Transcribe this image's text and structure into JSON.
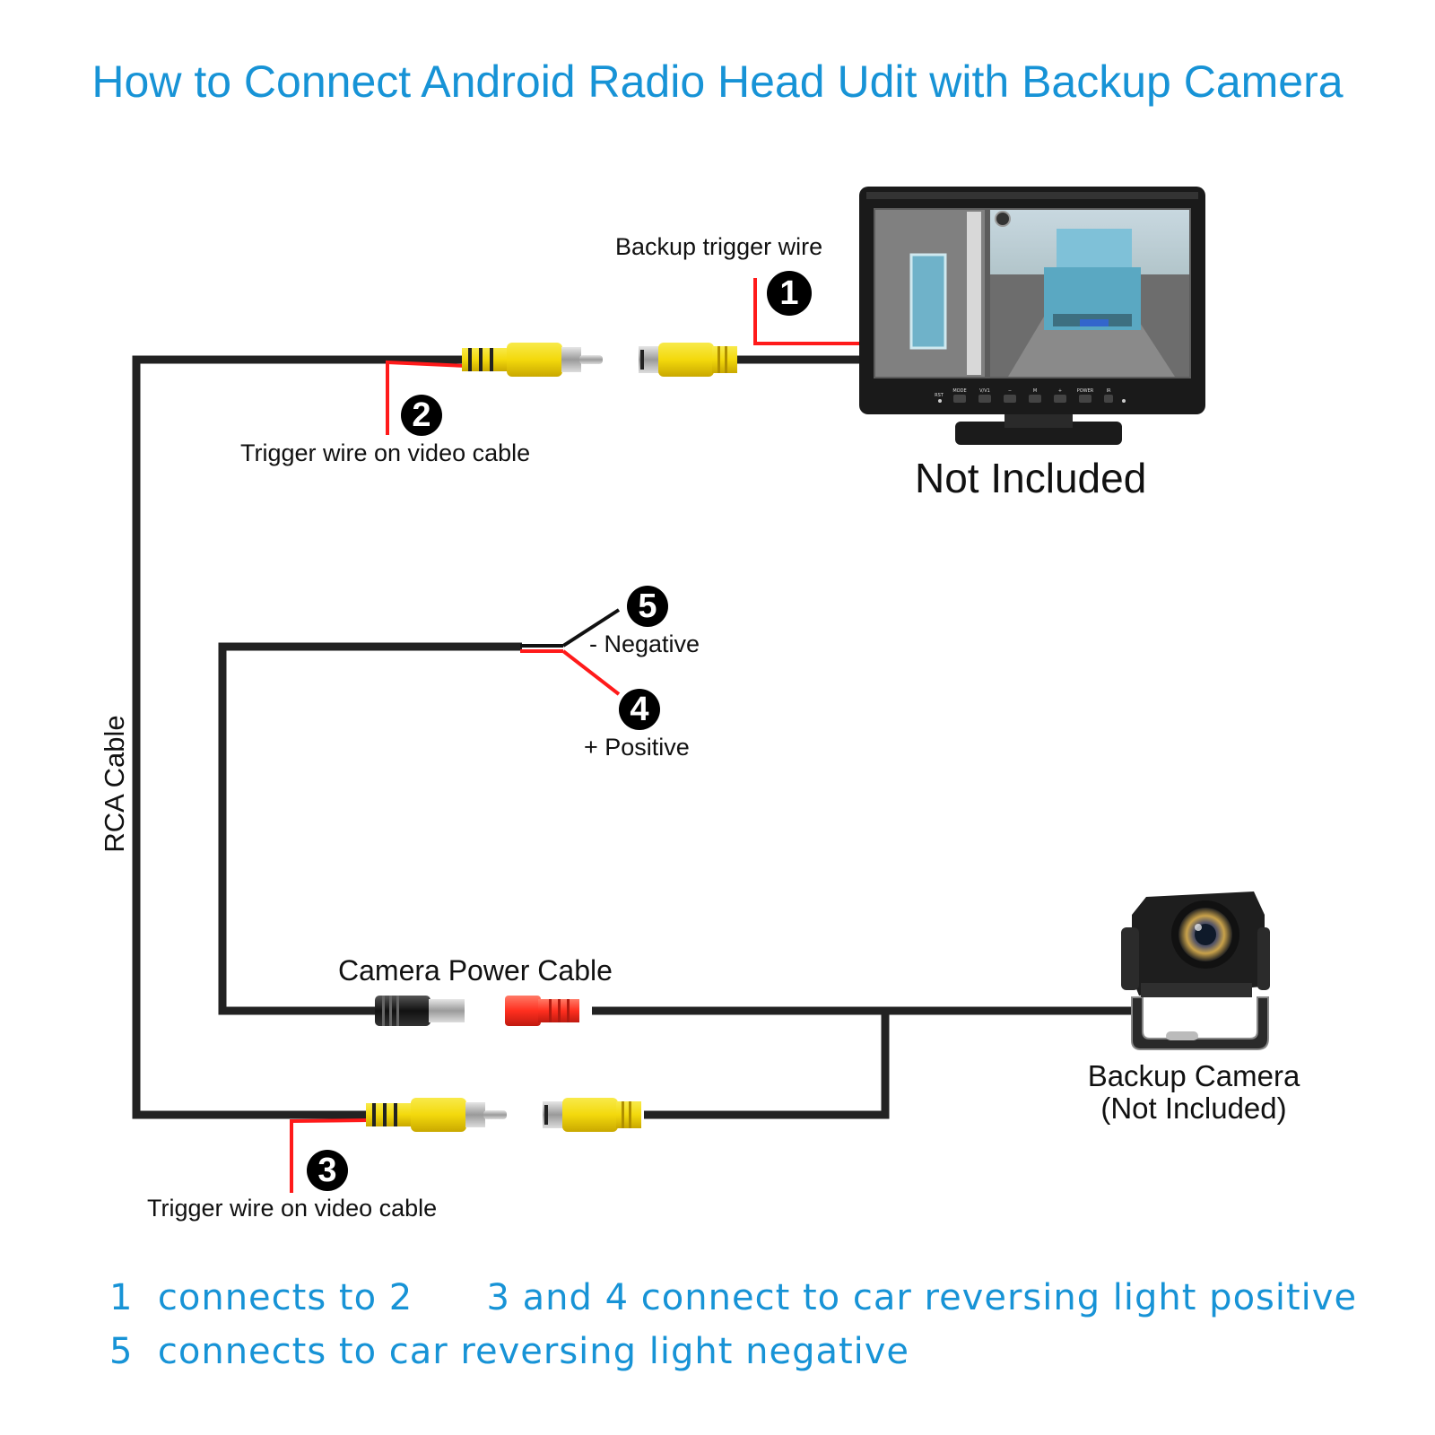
{
  "title": "How to Connect Android Radio Head Udit with Backup Camera",
  "labels": {
    "backup_trigger_wire": "Backup trigger wire",
    "trigger_wire_top": "Trigger wire on video cable",
    "not_included": "Not Included",
    "negative": "- Negative",
    "positive": "+ Positive",
    "rca_cable": "RCA Cable",
    "camera_power_cable": "Camera Power Cable",
    "backup_camera_line1": "Backup Camera",
    "backup_camera_line2": "(Not Included)",
    "trigger_wire_bottom": "Trigger wire on video cable"
  },
  "badges": [
    "1",
    "2",
    "3",
    "4",
    "5"
  ],
  "monitor_buttons": [
    "RST",
    "MODE",
    "V/V1",
    "−",
    "M",
    "+",
    "POWER",
    "IR"
  ],
  "notes": {
    "line1": "1  connects to 2      3 and 4 connect to car reversing light positive",
    "line2": "5  connects to car reversing light negative"
  },
  "colors": {
    "title": "#1793d6",
    "cable": "#222222",
    "trigger_wire": "#ff1a1a",
    "rca_yellow": "#f6e21a",
    "power_red": "#ff3b2a"
  }
}
